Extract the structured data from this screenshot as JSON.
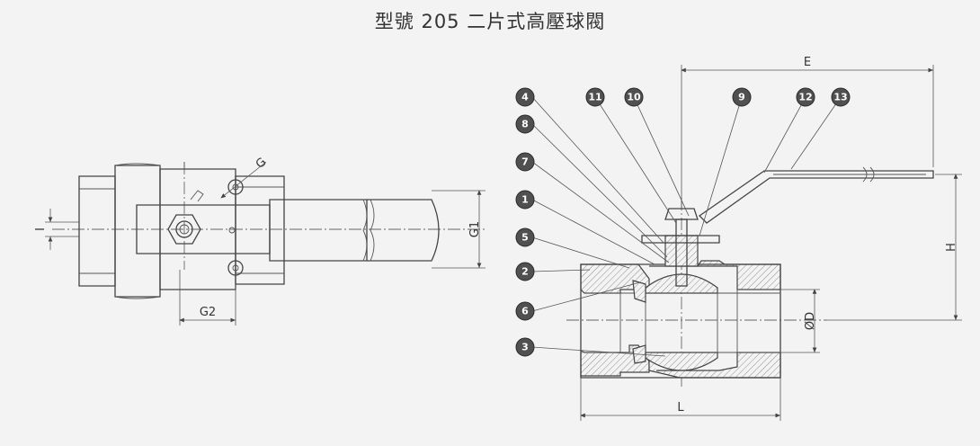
{
  "title": "型號 205 二片式高壓球閥",
  "side_view": {
    "dimensions": {
      "I": "I",
      "G": "G",
      "G1": "G1",
      "G2": "G2"
    }
  },
  "section_view": {
    "dimensions": {
      "E": "E",
      "H": "H",
      "OD": "ØD",
      "L": "L"
    },
    "callouts": [
      "1",
      "2",
      "3",
      "4",
      "5",
      "6",
      "7",
      "8",
      "9",
      "10",
      "11",
      "12",
      "13"
    ]
  }
}
